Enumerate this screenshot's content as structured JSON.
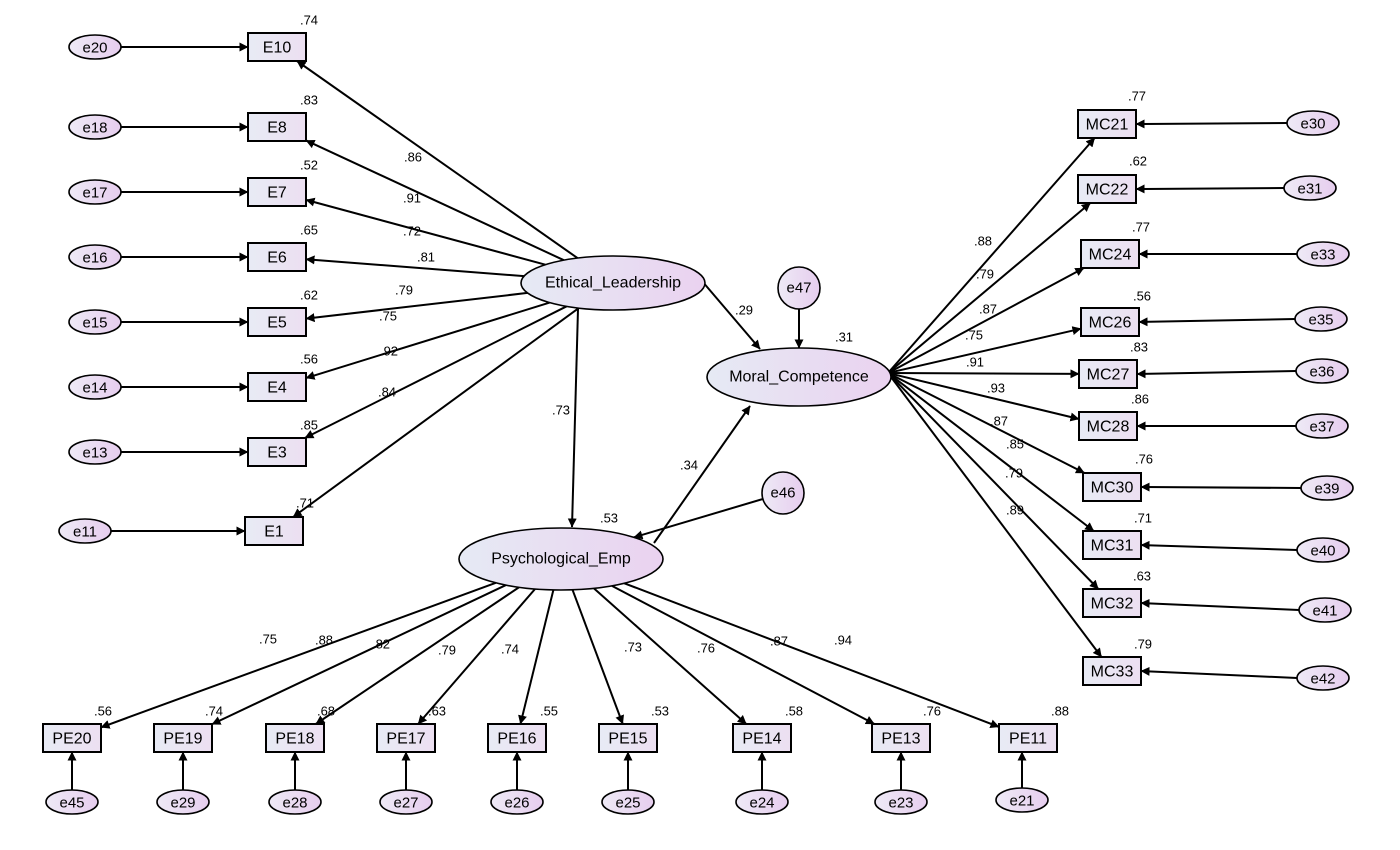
{
  "latents": [
    {
      "id": "EL",
      "label": "Ethical_Leadership"
    },
    {
      "id": "MC",
      "label": "Moral_Competence",
      "r2": ".31"
    },
    {
      "id": "PE",
      "label": "Psychological_Emp",
      "r2": ".53"
    }
  ],
  "disturbances": [
    {
      "id": "e47",
      "label": "e47",
      "target": "MC"
    },
    {
      "id": "e46",
      "label": "e46",
      "target": "PE"
    }
  ],
  "structural_paths": [
    {
      "from": "EL",
      "to": "MC",
      "coef": ".29"
    },
    {
      "from": "EL",
      "to": "PE",
      "coef": ".73"
    },
    {
      "from": "PE",
      "to": "MC",
      "coef": ".34"
    }
  ],
  "indicators": {
    "EL": [
      {
        "label": "E10",
        "error": "e20",
        "r2": ".74",
        "loading": ".86"
      },
      {
        "label": "E8",
        "error": "e18",
        "r2": ".83",
        "loading": ".91"
      },
      {
        "label": "E7",
        "error": "e17",
        "r2": ".52",
        "loading": ".72"
      },
      {
        "label": "E6",
        "error": "e16",
        "r2": ".65",
        "loading": ".81"
      },
      {
        "label": "E5",
        "error": "e15",
        "r2": ".62",
        "loading": ".79"
      },
      {
        "label": "E4",
        "error": "e14",
        "r2": ".56",
        "loading": ".75"
      },
      {
        "label": "E3",
        "error": "e13",
        "r2": ".85",
        "loading": ".92"
      },
      {
        "label": "E1",
        "error": "e11",
        "r2": ".71",
        "loading": ".84"
      }
    ],
    "MC": [
      {
        "label": "MC21",
        "error": "e30",
        "r2": ".77",
        "loading": ".88"
      },
      {
        "label": "MC22",
        "error": "e31",
        "r2": ".62",
        "loading": ".79"
      },
      {
        "label": "MC24",
        "error": "e33",
        "r2": ".77",
        "loading": ".87"
      },
      {
        "label": "MC26",
        "error": "e35",
        "r2": ".56",
        "loading": ".75"
      },
      {
        "label": "MC27",
        "error": "e36",
        "r2": ".83",
        "loading": ".91"
      },
      {
        "label": "MC28",
        "error": "e37",
        "r2": ".86",
        "loading": ".93"
      },
      {
        "label": "MC30",
        "error": "e39",
        "r2": ".76",
        "loading": ".87"
      },
      {
        "label": "MC31",
        "error": "e40",
        "r2": ".71",
        "loading": ".85"
      },
      {
        "label": "MC32",
        "error": "e41",
        "r2": ".63",
        "loading": ".79"
      },
      {
        "label": "MC33",
        "error": "e42",
        "r2": ".79",
        "loading": ".89"
      }
    ],
    "PE": [
      {
        "label": "PE20",
        "error": "e45",
        "r2": ".56",
        "loading": ".75"
      },
      {
        "label": "PE19",
        "error": "e29",
        "r2": ".74",
        "loading": ".88"
      },
      {
        "label": "PE18",
        "error": "e28",
        "r2": ".68",
        "loading": ".82"
      },
      {
        "label": "PE17",
        "error": "e27",
        "r2": ".63",
        "loading": ".79"
      },
      {
        "label": "PE16",
        "error": "e26",
        "r2": ".55",
        "loading": ".74"
      },
      {
        "label": "PE15",
        "error": "e25",
        "r2": ".53",
        "loading": ".73"
      },
      {
        "label": "PE14",
        "error": "e24",
        "r2": ".58",
        "loading": ".76"
      },
      {
        "label": "PE13",
        "error": "e23",
        "r2": ".76",
        "loading": ".87"
      },
      {
        "label": "PE11",
        "error": "e21",
        "r2": ".88",
        "loading": ".94"
      }
    ]
  }
}
